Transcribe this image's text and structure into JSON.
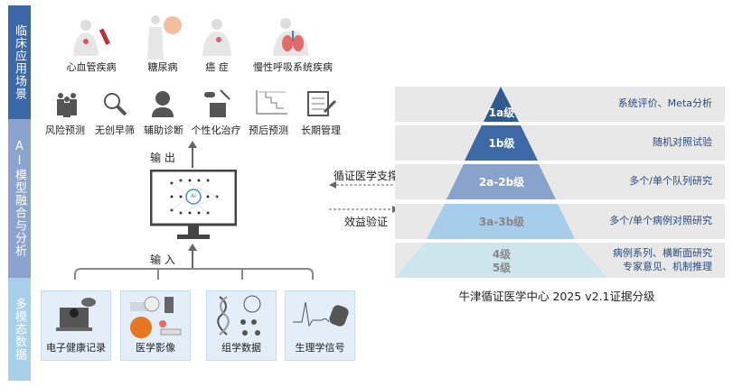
{
  "sidebar": {
    "s1": "临床应用场景",
    "s2": "AI模型融合与分析",
    "s3": "多模态数据"
  },
  "diseases": [
    "心血管疾病",
    "糖尿病",
    "癌  症",
    "慢性呼吸系统疾病"
  ],
  "tasks": [
    "风险预测",
    "无创早筛",
    "辅助诊断",
    "个性化治疗",
    "预后预测",
    "长期管理"
  ],
  "flow": {
    "output": "输 出",
    "input": "输  入",
    "ai": "AI"
  },
  "data_sources": [
    "电子健康记录",
    "医学影像",
    "组学数据",
    "生理学信号"
  ],
  "arrows": {
    "support": "循证医学支撑",
    "validation": "效益验证"
  },
  "pyramid": {
    "title": "牛津循证医学中心 2025 v2.1证据分级",
    "levels": [
      {
        "level": "1a级",
        "desc": "系统评价、Meta分析",
        "color": "#2f5a8f"
      },
      {
        "level": "1b级",
        "desc": "随机对照试验",
        "color": "#3d6aa6"
      },
      {
        "level": "2a-2b级",
        "desc": "多个/单个队列研究",
        "color": "#87a2cb"
      },
      {
        "level": "3a-3b级",
        "desc": "多个/单个病例对照研究",
        "color": "#a6cdea"
      },
      {
        "level": "4级",
        "level2": "5级",
        "desc": "病例系列、横断面研究",
        "desc2": "专家意见、机制推理",
        "color": "#cde6ee"
      }
    ]
  },
  "colors": {
    "side1": "#3b68a9",
    "side2": "#8aa4cd",
    "side3": "#a8d0ea"
  }
}
